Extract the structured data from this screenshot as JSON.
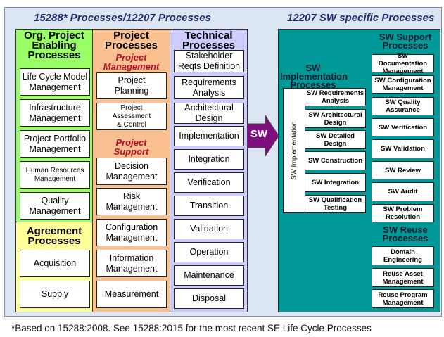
{
  "titles": {
    "left": "15288* Processes/12207 Processes",
    "right": "12207 SW specific Processes"
  },
  "colors": {
    "enabling": "#99ff66",
    "agreement": "#ffff99",
    "project": "#fac090",
    "technical": "#ccccff",
    "sw": "#009999",
    "arrow": "#7f0f7e",
    "title": "#1f2a6b",
    "subheading": "#b0102a"
  },
  "enabling": {
    "header": "Org. Project\nEnabling\nProcesses",
    "items": [
      "Life Cycle Model\nManagement",
      "Infrastructure\nManagement",
      "Project Portfolio\nManagement",
      "Human Resources\nManagement",
      "Quality\nManagement"
    ]
  },
  "agreement": {
    "header": "Agreement\nProcesses",
    "items": [
      "Acquisition",
      "Supply"
    ]
  },
  "project": {
    "header": "Project\nProcesses",
    "management_label": "Project\nManagement",
    "management_items": [
      "Project\nPlanning",
      "Project\nAssessment\n& Control"
    ],
    "support_label": "Project\nSupport",
    "support_items": [
      "Decision\nManagement",
      "Risk\nManagement",
      "Configuration\nManagement",
      "Information\nManagement",
      "Measurement"
    ]
  },
  "technical": {
    "header": "Technical\nProcesses",
    "items": [
      "Stakeholder\nReqts Definition",
      "Requirements\nAnalysis",
      "Architectural\nDesign",
      "Implementation",
      "Integration",
      "Verification",
      "Transition",
      "Validation",
      "Operation",
      "Maintenance",
      "Disposal"
    ]
  },
  "arrow": {
    "label": "SW"
  },
  "sw_impl": {
    "header": "SW Implementation\nProcesses",
    "vertical_label": "SW Implementation",
    "items": [
      "SW Requirements\nAnalysis",
      "SW Architectural\nDesign",
      "SW Detailed\nDesign",
      "SW Construction",
      "SW Integration",
      "SW Qualification\nTesting"
    ]
  },
  "sw_support": {
    "header": "SW Support\nProcesses",
    "items": [
      "SW Documentation\nManagement",
      "SW Configuration\nManagement",
      "SW Quality\nAssurance",
      "SW Verification",
      "SW Validation",
      "SW Review",
      "SW Audit",
      "SW Problem\nResolution"
    ]
  },
  "sw_reuse": {
    "header": "SW Reuse\nProcesses",
    "items": [
      "Domain\nEngineering",
      "Reuse Asset\nManagement",
      "Reuse Program\nManagement"
    ]
  },
  "footnote": "*Based on 15288:2008. See 15288:2015 for the most recent SE Life Cycle Processes"
}
